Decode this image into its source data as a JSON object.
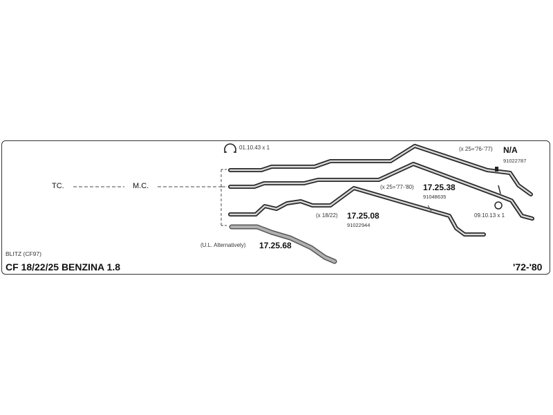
{
  "diagram": {
    "brand_code": "BLITZ (CF97)",
    "title": "CF 18/22/25 BENZINA 1.8",
    "years": "'72-'80",
    "labels": {
      "tc": "TC.",
      "mc": "M.C."
    },
    "clamp_top": {
      "code": "01.10.43 x 1"
    },
    "clamp_right": {
      "code": "09.10.13 x 1"
    },
    "parts": {
      "na": {
        "qualifier": "(x 25='76-'77)",
        "number": "N/A",
        "ref": "91022787"
      },
      "p172538": {
        "qualifier": "(x 25='77-'80)",
        "number": "17.25.38",
        "ref": "91048635"
      },
      "p172508": {
        "qualifier": "(x 18/22)",
        "number": "17.25.08",
        "ref": "91022944"
      },
      "p172568": {
        "qualifier": "(U.L. Alternatively)",
        "number": "17.25.68"
      }
    }
  }
}
